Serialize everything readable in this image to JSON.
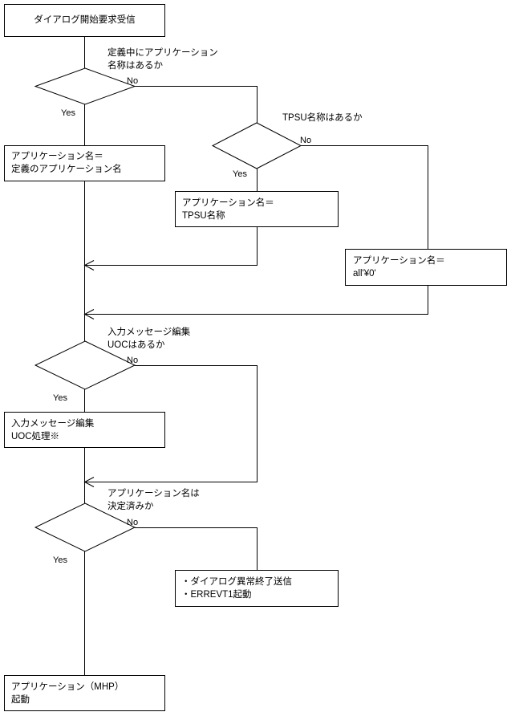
{
  "diagram": {
    "title_present": false,
    "bg_color": "#ffffff",
    "line_color": "#000000",
    "text_color": "#000000",
    "nodes": [
      {
        "id": "start",
        "kind": "process",
        "lines": [
          "ダイアログ開始要求受信"
        ],
        "align": "center"
      },
      {
        "id": "app_name_from_def",
        "kind": "process",
        "lines": [
          "アプリケーション名＝",
          "定義のアプリケーション名"
        ],
        "align": "left"
      },
      {
        "id": "app_name_from_tpsu",
        "kind": "process",
        "lines": [
          "アプリケーション名＝",
          "TPSU名称"
        ],
        "align": "left"
      },
      {
        "id": "app_name_all_null",
        "kind": "process",
        "lines": [
          "アプリケーション名＝",
          "all'¥0'"
        ],
        "align": "left"
      },
      {
        "id": "uoc_process",
        "kind": "process",
        "lines": [
          "入力メッセージ編集",
          "UOC処理※"
        ],
        "align": "left"
      },
      {
        "id": "error_actions",
        "kind": "process",
        "lines": [
          "・ダイアログ異常終了送信",
          "・ERREVT1起動"
        ],
        "align": "left"
      },
      {
        "id": "app_mhp_start",
        "kind": "process",
        "lines": [
          "アプリケーション（MHP）",
          "起動"
        ],
        "align": "left"
      }
    ],
    "decisions": [
      {
        "id": "has_def_app_name",
        "lines": [
          "定義中にアプリケーション",
          "名称はあるか"
        ],
        "yes_label": "Yes",
        "no_label": "No"
      },
      {
        "id": "has_tpsu_name",
        "lines": [
          "TPSU名称はあるか"
        ],
        "yes_label": "Yes",
        "no_label": "No"
      },
      {
        "id": "has_input_edit_uoc",
        "lines": [
          "入力メッセージ編集",
          "UOCはあるか"
        ],
        "yes_label": "Yes",
        "no_label": "No"
      },
      {
        "id": "app_name_decided",
        "lines": [
          "アプリケーション名は",
          "決定済みか"
        ],
        "yes_label": "Yes",
        "no_label": "No"
      }
    ]
  }
}
